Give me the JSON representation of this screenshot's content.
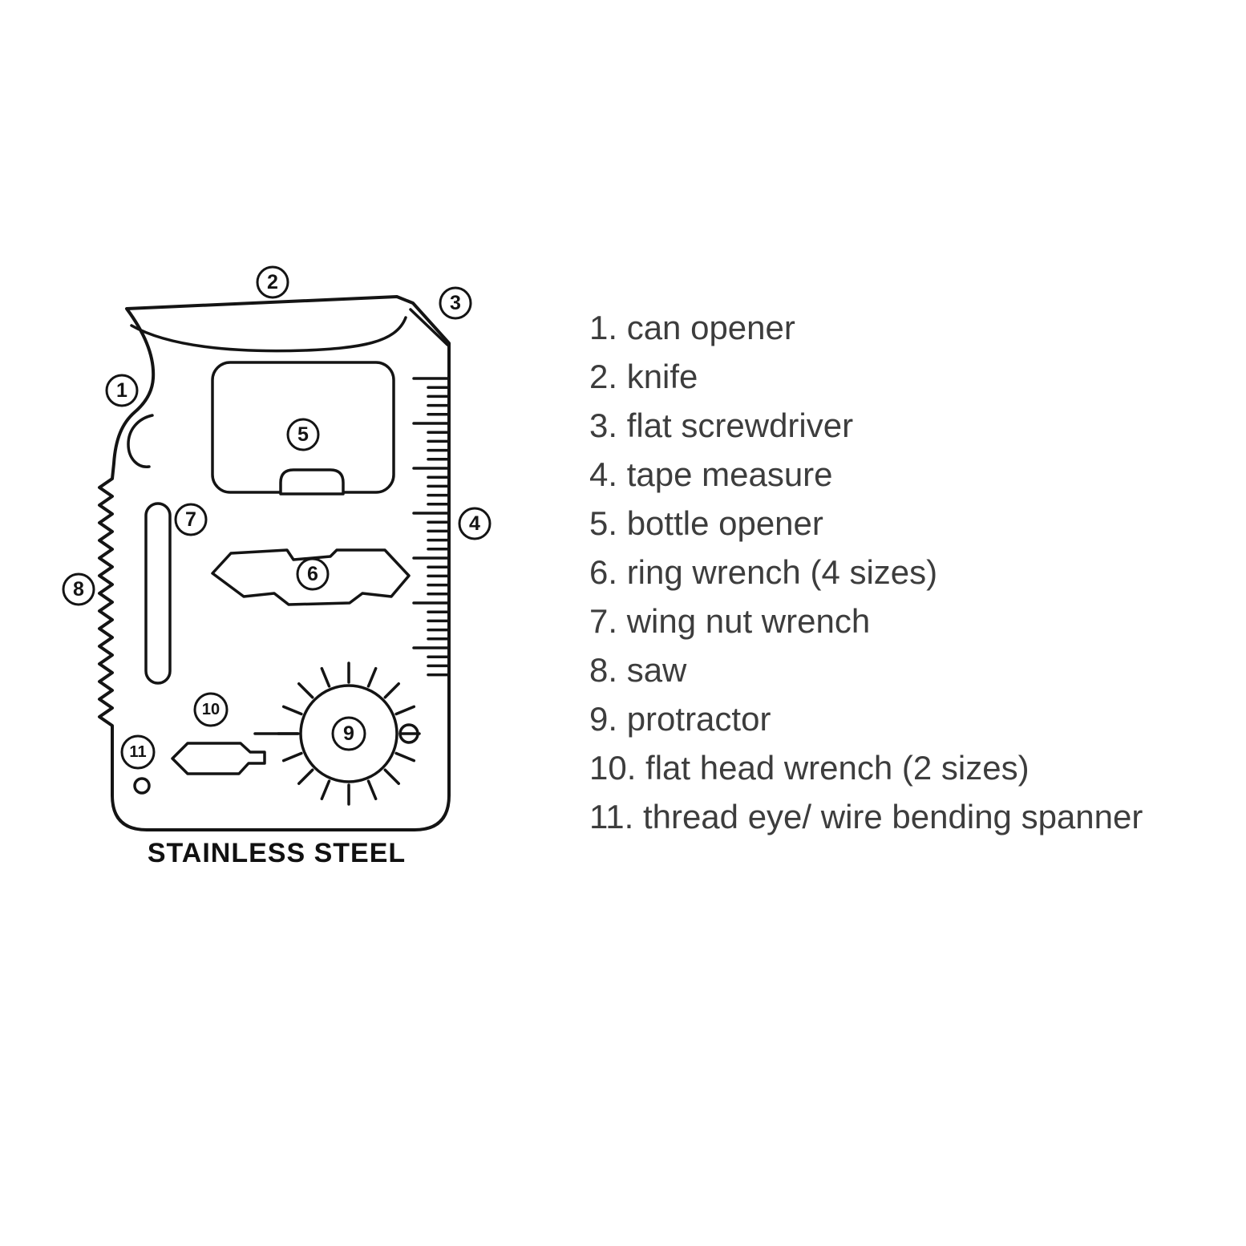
{
  "diagram": {
    "caption": "STAINLESS STEEL",
    "callouts": [
      "1",
      "2",
      "3",
      "4",
      "5",
      "6",
      "7",
      "8",
      "9",
      "10",
      "11"
    ]
  },
  "legend": {
    "items": [
      "1. can opener",
      "2. knife",
      "3. flat screwdriver",
      "4. tape measure",
      "5. bottle opener",
      "6. ring wrench (4 sizes)",
      "7. wing nut wrench",
      "8. saw",
      "9. protractor",
      "10. flat head wrench (2 sizes)",
      "11. thread eye/ wire bending spanner"
    ]
  },
  "colors": {
    "ink": "#141414",
    "text": "#3d3d3d",
    "background": "#ffffff"
  }
}
